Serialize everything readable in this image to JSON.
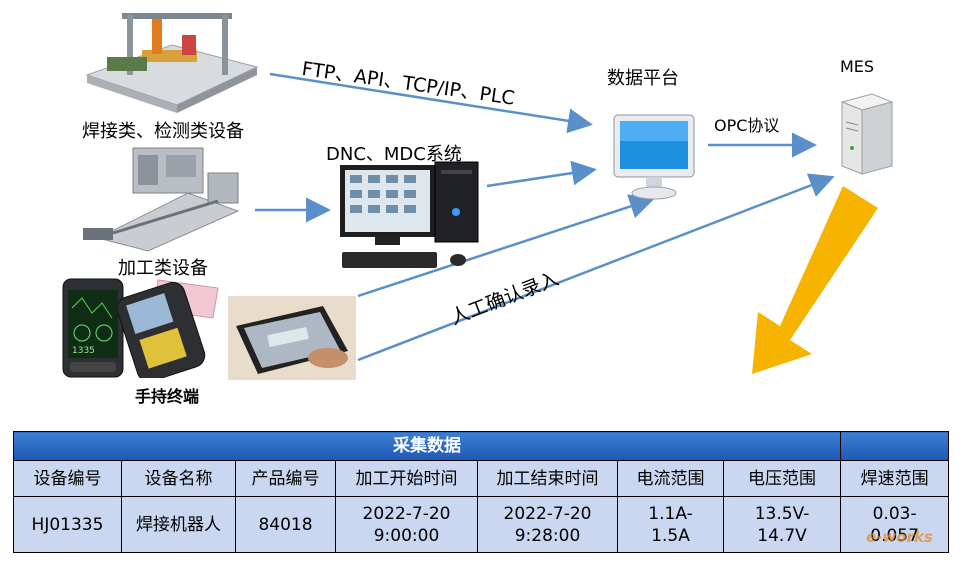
{
  "labels": {
    "welding_devices": "焊接类、检测类设备",
    "machining_devices": "加工类设备",
    "handheld": "手持终端",
    "protocols_top": "FTP、API、TCP/IP、PLC",
    "dnc_mdc": "DNC、MDC系统",
    "data_platform": "数据平台",
    "opc": "OPC协议",
    "mes": "MES",
    "manual_entry": "人工确认录入",
    "handheld_phone_time": "1335"
  },
  "table": {
    "title": "采集数据",
    "headers": [
      "设备编号",
      "设备名称",
      "产品编号",
      "加工开始时间",
      "加工结束时间",
      "电流范围",
      "电压范围",
      "焊速范围"
    ],
    "rows": [
      [
        "HJ01335",
        "焊接机器人",
        "84018",
        "2022-7-20\n9:00:00",
        "2022-7-20\n9:28:00",
        "1.1A-\n1.5A",
        "13.5V-\n14.7V",
        "0.03-\n0.057"
      ]
    ]
  },
  "watermark": "e-works",
  "colors": {
    "arrow_blue": "#5b8fc9",
    "arrow_yellow": "#f6b400",
    "table_header": "#2a6bc4",
    "table_cell": "#c9d8f0"
  }
}
